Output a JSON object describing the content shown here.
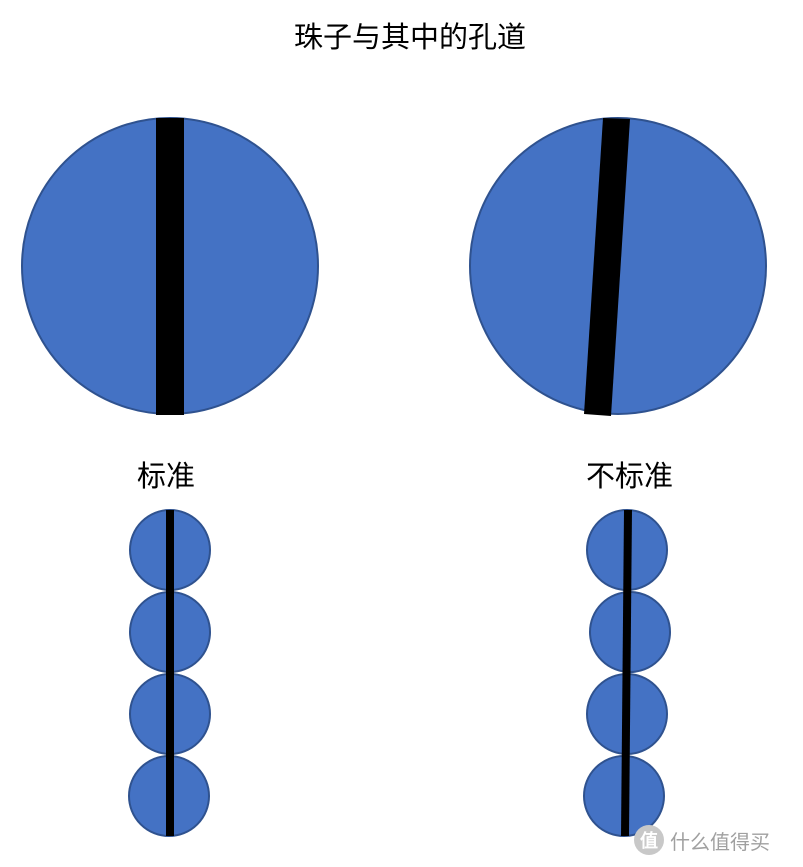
{
  "title": "珠子与其中的孔道",
  "labels": {
    "standard": "标准",
    "non_standard": "不标准"
  },
  "colors": {
    "bead_fill": "#4472c4",
    "bead_stroke": "#2f528f",
    "hole": "#000000"
  },
  "beads": {
    "standard_count": 4,
    "non_standard_count": 4
  },
  "watermark": {
    "logo_glyph": "值",
    "text": "什么值得买"
  }
}
